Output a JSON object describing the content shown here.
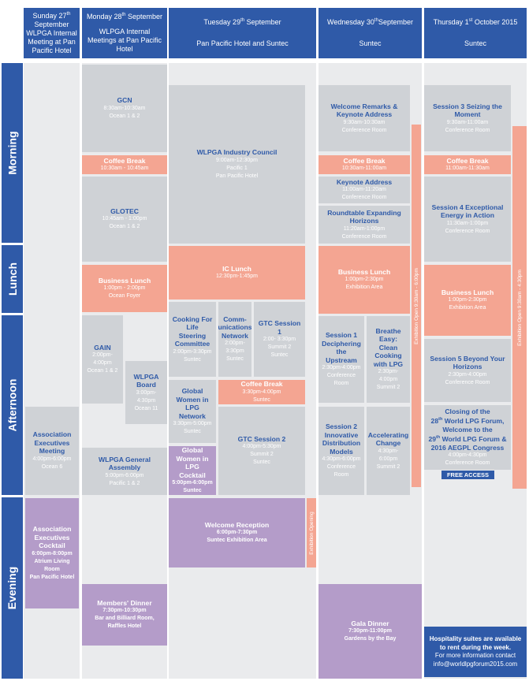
{
  "headers": {
    "sun": {
      "pre": "Sunday 27",
      "sup": "th",
      "post": " September",
      "sub": "WLPGA Internal Meeting at Pan Pacific Hotel"
    },
    "mon": {
      "pre": "Monday 28",
      "sup": "th",
      "post": " September",
      "sub": "WLPGA Internal Meetings at Pan Pacific Hotel"
    },
    "tue": {
      "pre": "Tuesday 29",
      "sup": "th",
      "post": " September",
      "sub": "Pan Pacific Hotel and Suntec"
    },
    "wed": {
      "pre": "Wednesday 30",
      "sup": "th",
      "post": "September",
      "sub": "Suntec"
    },
    "thu": {
      "pre": "Thursday 1",
      "sup": "st",
      "post": " October 2015",
      "sub": "Suntec"
    }
  },
  "periods": {
    "morning": "Morning",
    "lunch": "Lunch",
    "afternoon": "Afternoon",
    "evening": "Evening"
  },
  "events": {
    "gcn": {
      "title": "GCN",
      "time": "8:30am-10:30am",
      "place": "Ocean 1 & 2"
    },
    "mon_coffee": {
      "title": "Coffee Break",
      "time": "10:30am - 10:45am"
    },
    "glotec": {
      "title": "GLOTEC",
      "time": "10:45am - 1:00pm",
      "place": "Ocean 1 & 2"
    },
    "mon_lunch": {
      "title": "Business Lunch",
      "time": "1:00pm - 2:00pm",
      "place": "Ocean Foyer"
    },
    "gain": {
      "title": "GAIN",
      "time": "2:00pm-4:00pm",
      "place": "Ocean 1 & 2"
    },
    "board": {
      "title": "WLPGA Board",
      "time": "3:00pm-4:30pm",
      "place": "Ocean 11"
    },
    "assembly": {
      "title": "WLPGA General Assembly",
      "time": "5:00pm-6:00pm",
      "place": "Pacific 1 & 2"
    },
    "members_dinner": {
      "title": "Members' Dinner",
      "time": "7:30pm-10:30pm",
      "place": "Bar and Billiard Room, Raffles Hotel"
    },
    "assoc_meeting": {
      "title": "Association Executives Meeting",
      "time": "4:00pm-6:00pm",
      "place": "Ocean 6"
    },
    "assoc_cocktail": {
      "title": "Association Executives Cocktail",
      "time": "6:00pm-8:00pm",
      "place": "Atrium Living Room",
      "place2": "Pan Pacific Hotel"
    },
    "industry_council": {
      "title": "WLPGA Industry Council",
      "time": "9:00am-12:30pm",
      "place": "Pacific 1",
      "place2": "Pan Pacific Hotel"
    },
    "ic_lunch": {
      "title": "IC Lunch",
      "time": "12:30pm-1:45pm"
    },
    "cooking": {
      "title": "Cooking For Life Steering Committee",
      "time": "2:00pm-3:30pm",
      "place": "Suntec"
    },
    "comms": {
      "title": "Comm-unications Network",
      "time": "2:00pm-3:30pm",
      "place": "Suntec"
    },
    "gtc1": {
      "title": "GTC Session 1",
      "time": "2:00- 3:30pm",
      "place": "Summit 2",
      "place2": "Suntec"
    },
    "women_network": {
      "title": "Global Women in LPG Network",
      "time": "3:30pm-5:00pm",
      "place": "Suntec"
    },
    "tue_coffee": {
      "title": "Coffee Break",
      "time": "3:30pm-4:00pm",
      "place": "Suntec"
    },
    "gtc2": {
      "title": "GTC Session 2",
      "time": "4:00pm-5:30pm",
      "place": "Summit 2",
      "place2": "Suntec"
    },
    "women_cocktail": {
      "title": "Global Women in LPG Cocktail",
      "time": "5:00pm-6:00pm",
      "place": "Suntec"
    },
    "welcome_reception": {
      "title": "Welcome Reception",
      "time": "6:00pm-7:30pm",
      "place": "Suntec Exhibition Area"
    },
    "welcome_remarks": {
      "title": "Welcome Remarks & Keynote Address",
      "time": "9:30am-10:30am",
      "place": "Conference Room"
    },
    "wed_coffee": {
      "title": "Coffee Break",
      "time": "10:30am-11:00am"
    },
    "keynote": {
      "title": "Keynote Address",
      "time": "11:00am-11:20am",
      "place": "Conference Room"
    },
    "roundtable": {
      "title": "Roundtable Expanding Horizons",
      "time": "11:20am-1:00pm",
      "place": "Conference Room"
    },
    "wed_lunch": {
      "title": "Business Lunch",
      "time": "1:00pm-2:30pm",
      "place": "Exhibition Area"
    },
    "session1": {
      "title": "Session 1 Deciphering the Upstream",
      "time": "2:30pm-4:00pm",
      "place": "Conference Room"
    },
    "breathe": {
      "title": "Breathe Easy: Clean Cooking with LPG",
      "time": "2:30pm-4:00pm",
      "place": "Summit 2"
    },
    "session2": {
      "title": "Session 2 Innovative Distribution Models",
      "time": "4:30pm-6:00pm",
      "place": "Conference Room"
    },
    "accelerating": {
      "title": "Accelerating Change",
      "time": "4:30pm-6:00pm",
      "place": "Summit 2"
    },
    "gala": {
      "title": "Gala Dinner",
      "time": "7:30pm-11:00pm",
      "place": "Gardens by the Bay"
    },
    "session3": {
      "title": "Session 3 Seizing the Moment",
      "time": "9:30am-11:00am",
      "place": "Conference Room"
    },
    "thu_coffee": {
      "title": "Coffee Break",
      "time": "11:00am-11:30am"
    },
    "session4": {
      "title": "Session 4 Exceptional Energy in Action",
      "time": "11:30am-1:00pm",
      "place": "Conference Room"
    },
    "thu_lunch": {
      "title": "Business Lunch",
      "time": "1:00pm-2:30pm",
      "place": "Exhibition Area"
    },
    "session5": {
      "title": "Session 5 Beyond Your Horizons",
      "time": "2:30pm-4:00pm",
      "place": "Conference Room"
    },
    "closing": {
      "line1": "Closing of the",
      "line2a": "28",
      "sup2": "th",
      "line2b": " World LPG Forum,",
      "line3": "Welcome to the",
      "line4a": "29",
      "sup4": "th",
      "line4b": " World LPG Forum &",
      "line5": "2016 AEGPL Congress",
      "time": "4:00pm-4:30pm",
      "place": "Conference Room"
    }
  },
  "free_access": "FREE ACCESS",
  "exhibition": {
    "wed": "Exhibition Open 9:30am - 6:00pm",
    "thu": "Exhibition Open 9:30am - 4:30pm",
    "tue": "Exhibition Opening"
  },
  "hospitality": {
    "line1": "Hospitality suites are available to rent during the week.",
    "line2": "For more information contact",
    "line3": "info@worldlpgforum2015.com"
  },
  "colors": {
    "header": "#2f5aa8",
    "session": "#cfd2d6",
    "break": "#f4a592",
    "social": "#b49cc9",
    "background": "#eaebed"
  }
}
